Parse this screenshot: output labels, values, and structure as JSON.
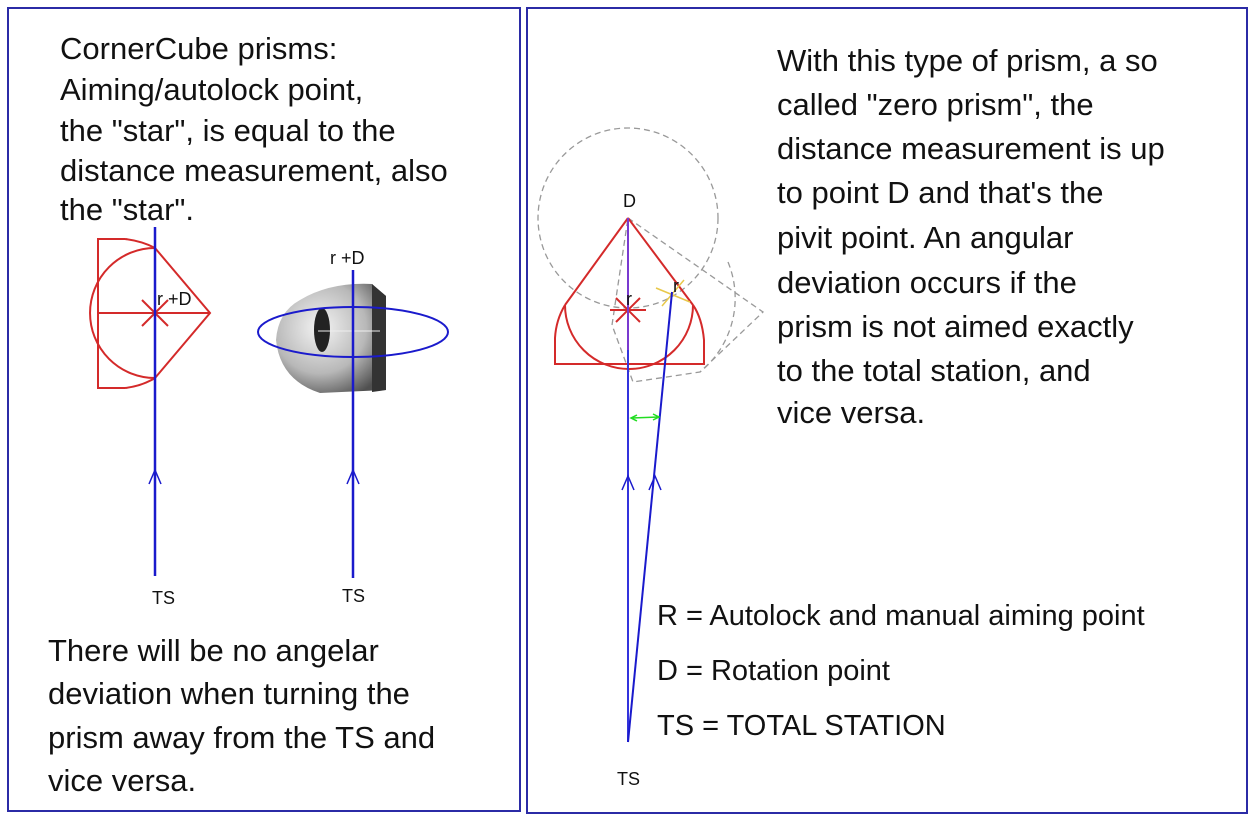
{
  "left_panel": {
    "heading_lines": [
      "CornerCube prisms:",
      "Aiming/autolock point,",
      "the \"star\", is equal to the",
      "distance measurement, also",
      "the \"star\"."
    ],
    "diagram_label_1": "r +D",
    "diagram_label_2": "r +D",
    "ts_label_1": "TS",
    "ts_label_2": "TS",
    "footer_lines": [
      "There will be no angelar",
      "deviation when turning the",
      "prism away from the TS and",
      "vice versa."
    ]
  },
  "right_panel": {
    "text_lines": [
      "With this type of prism, a so",
      "called \"zero prism\", the",
      "distance measurement is up",
      "to point D and that's the",
      "pivit point. An angular",
      "deviation occurs if the",
      "prism is not aimed exactly",
      "to the total station, and",
      "vice versa."
    ],
    "point_d_label": "D",
    "r_label_1": "r",
    "r_label_2": "r",
    "ts_label": "TS",
    "legend": [
      "R = Autolock and manual aiming point",
      "D = Rotation point",
      "TS = TOTAL STATION"
    ]
  },
  "colors": {
    "frame": "#2b2ba6",
    "prism": "#d42a2a",
    "beam": "#1a1acc",
    "dashed": "#999999",
    "angle": "#22dd22",
    "rotated_mark": "#e8c84a"
  }
}
